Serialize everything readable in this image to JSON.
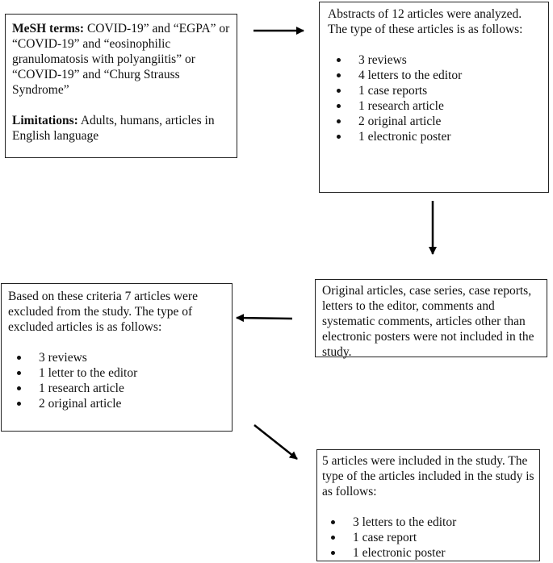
{
  "search_box": {
    "mesh_label": "MeSH terms:",
    "mesh_text": " COVID-19” and “EGPA” or “COVID-19” and “eosinophilic granulomatosis with polyangiitis” or “COVID-19” and “Churg Strauss Syndrome”",
    "limitations_label": "Limitations:",
    "limitations_text": " Adults, humans, articles in English language"
  },
  "abstracts_box": {
    "intro": "Abstracts of 12 articles were analyzed. The type of these articles is as follows:",
    "items": [
      "3 reviews",
      "4 letters to the editor",
      "1 case reports",
      "1 research article",
      "2 original article",
      "1 electronic poster"
    ]
  },
  "criteria_box": {
    "text": "Original articles, case series, case reports, letters to the editor, comments and systematic comments, articles other than electronic posters were not included in the study."
  },
  "excluded_box": {
    "intro": "Based on these criteria 7 articles were excluded from the study. The type of excluded articles is as follows:",
    "items": [
      "3 reviews",
      "1 letter to the editor",
      "1 research article",
      "2 original article"
    ]
  },
  "included_box": {
    "intro": "5 articles were included in the study. The type of the articles included in the study is as follows:",
    "items": [
      "3 letters to the editor",
      "1 case report",
      "1 electronic poster"
    ]
  }
}
